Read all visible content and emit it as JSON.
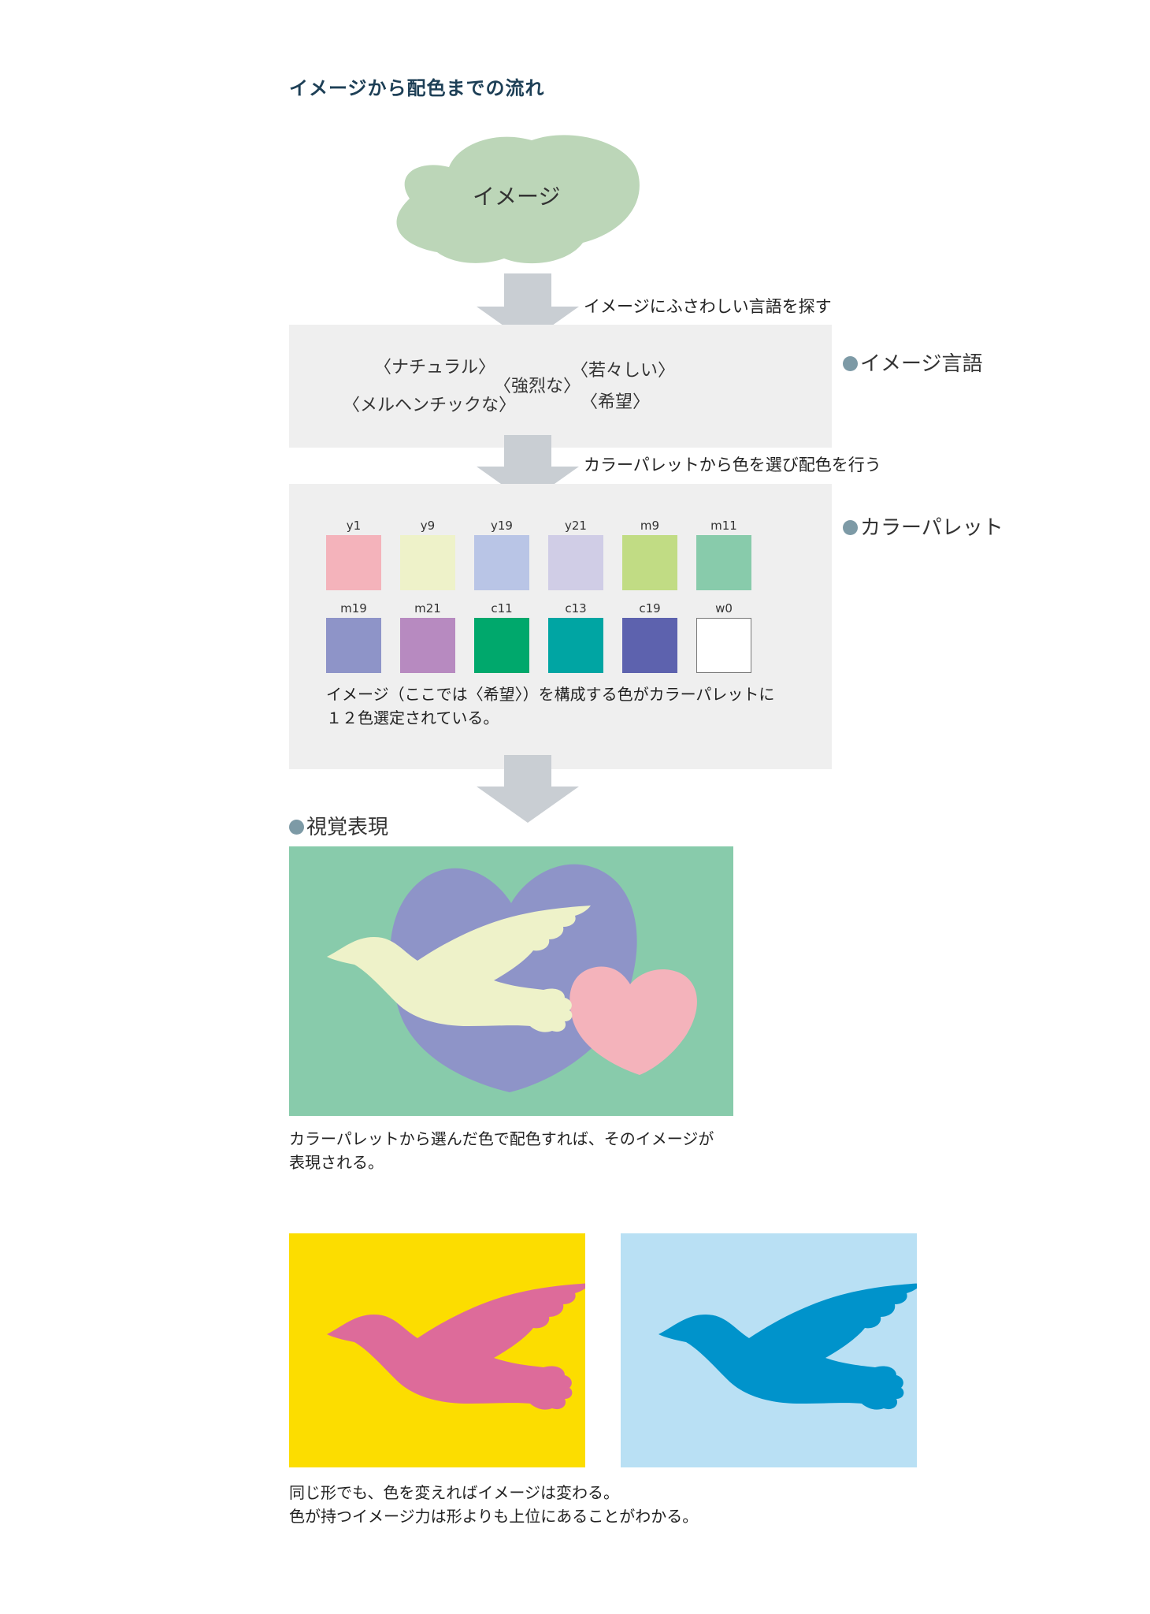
{
  "title": "イメージから配色までの流れ",
  "cloud_label": "イメージ",
  "step1_text": "イメージにふさわしい言語を探す",
  "image_words_label": "イメージ言語",
  "image_words": [
    "〈ナチュラル〉",
    "〈強烈な〉",
    "〈若々しい〉",
    "〈メルヘンチックな〉",
    "〈希望〉"
  ],
  "step2_text": "カラーパレットから色を選び配色を行う",
  "palette_label": "カラーパレット",
  "palette": [
    {
      "code": "y1",
      "color": "#f4b3bb"
    },
    {
      "code": "y9",
      "color": "#eef2c9"
    },
    {
      "code": "y19",
      "color": "#b9c5e6"
    },
    {
      "code": "y21",
      "color": "#d0cde6"
    },
    {
      "code": "m9",
      "color": "#c1dc84"
    },
    {
      "code": "m11",
      "color": "#88cbab"
    },
    {
      "code": "m19",
      "color": "#8e94c8"
    },
    {
      "code": "m21",
      "color": "#b78ac0"
    },
    {
      "code": "c11",
      "color": "#00a86c"
    },
    {
      "code": "c13",
      "color": "#00a5a3"
    },
    {
      "code": "c19",
      "color": "#5d62ae"
    },
    {
      "code": "w0",
      "color": "#ffffff"
    }
  ],
  "palette_note": [
    "イメージ（ここでは〈希望〉）を構成する色がカラーパレットに",
    "１２色選定されている。"
  ],
  "visual_label": "視覚表現",
  "visual_colors": {
    "background": "#88cbab",
    "big_heart": "#8e94c8",
    "small_heart": "#f4b3bb",
    "dove": "#eef2c9"
  },
  "visual_note": [
    "カラーパレットから選んだ色で配色すれば、そのイメージが",
    "表現される。"
  ],
  "variants": [
    {
      "background": "#fcdd00",
      "dove": "#dd6b9a"
    },
    {
      "background": "#b9e0f4",
      "dove": "#0093cb"
    }
  ],
  "bottom_note": [
    "同じ形でも、色を変えればイメージは変わる。",
    "色が持つイメージ力は形よりも上位にあることがわかる。"
  ],
  "colors": {
    "cloud": "#bcd6b8",
    "arrow": "#c9ced3",
    "panel": "#efefef",
    "bullet": "#7d9aa6",
    "title": "#1d3f56"
  }
}
